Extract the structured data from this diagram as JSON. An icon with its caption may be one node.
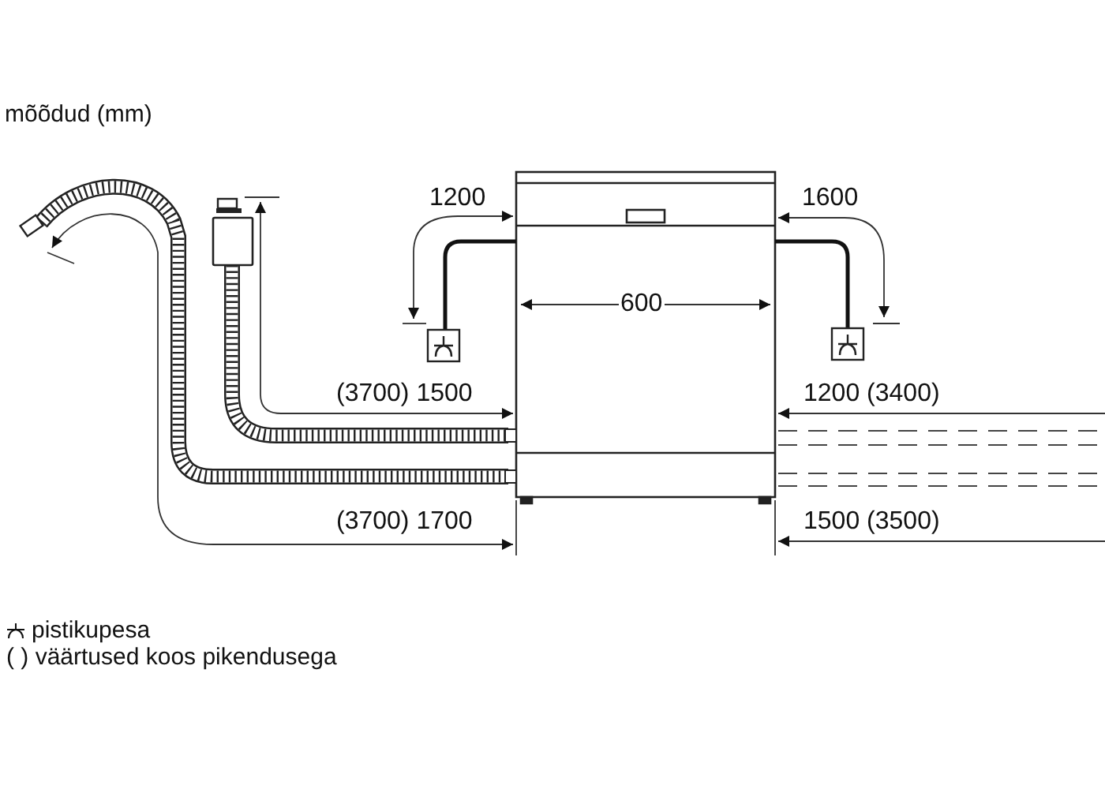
{
  "diagram": {
    "labels": [
      "mõõdud (mm)",
      "1200",
      "1600",
      "600",
      "(3700) 1500",
      "1200 (3400)",
      "(3700) 1700",
      "1500 (3500)"
    ],
    "legend": [
      {
        "text": "pistikupesa"
      },
      {
        "text": "( ) väärtused koos pikendusega"
      }
    ]
  }
}
